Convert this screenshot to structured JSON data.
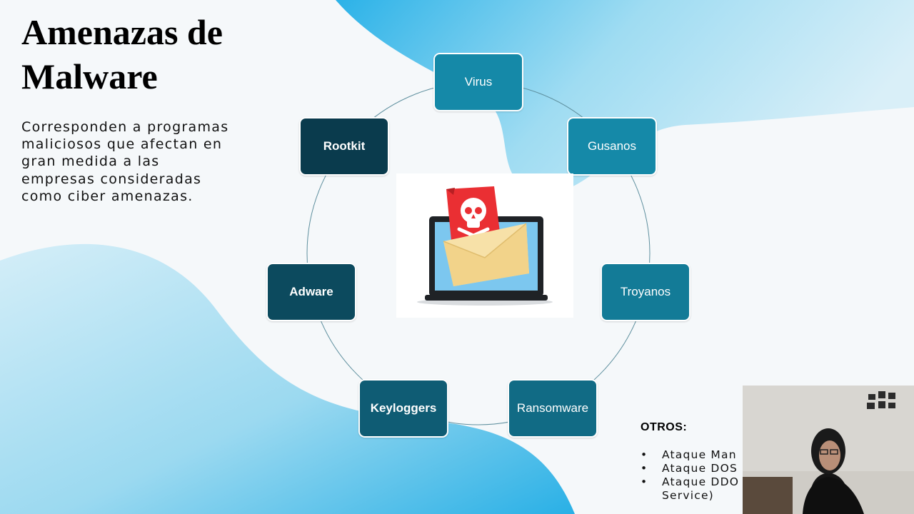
{
  "slide": {
    "title": "Amenazas de Malware",
    "description": "Corresponden a programas maliciosos que afectan en gran medida a las empresas consideradas como ciber amenazas."
  },
  "cycle_nodes": [
    {
      "label": "Virus",
      "color": "#1589a8"
    },
    {
      "label": "Gusanos",
      "color": "#1589a8"
    },
    {
      "label": "Troyanos",
      "color": "#137b97"
    },
    {
      "label": "Ransomware",
      "color": "#116b85"
    },
    {
      "label": "Keyloggers",
      "color": "#0f5c74"
    },
    {
      "label": "Adware",
      "color": "#0c4a5e"
    },
    {
      "label": "Rootkit",
      "color": "#0a3b4d"
    }
  ],
  "center_image": {
    "icon": "malware-email-laptop-icon"
  },
  "otros": {
    "heading": "OTROS:",
    "items": [
      "Ataque Man",
      "Ataque DOS",
      "Ataque DDO",
      "Service)"
    ]
  },
  "webcam": {
    "icon": "presenter-webcam"
  },
  "colors": {
    "accent_light": "#aee3f5",
    "accent": "#29b3e6",
    "background": "#f5f8fa"
  }
}
